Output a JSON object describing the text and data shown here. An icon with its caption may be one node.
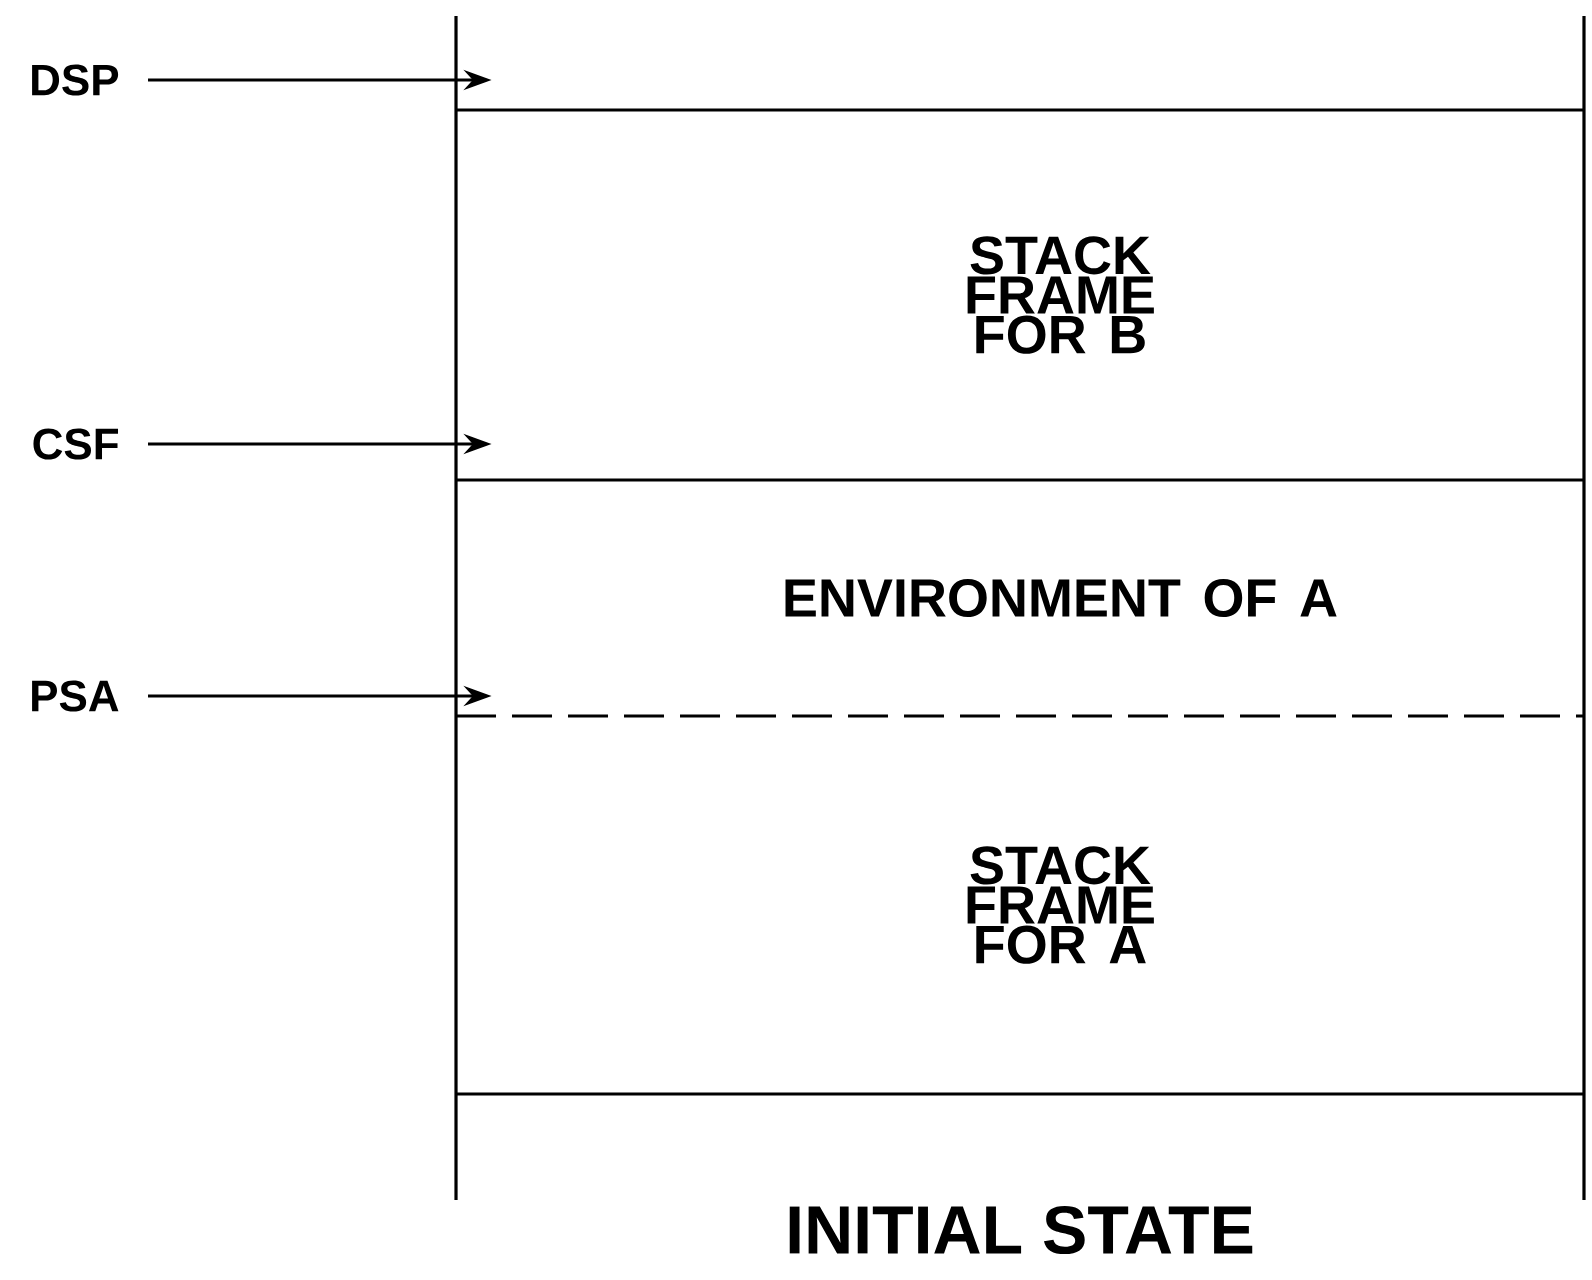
{
  "diagram": {
    "caption": "INITIAL STATE",
    "nodes": [
      {
        "text": [],
        "shape": "box"
      },
      {
        "text": [
          "STACK FRAME FOR B"
        ]
      },
      {
        "text": [
          "ENVIRONMENT OF A"
        ]
      },
      {
        "text": [
          "STACK FRAME FOR A"
        ]
      },
      {
        "text": [
          "DSP"
        ]
      },
      {
        "text": [
          "CSF"
        ]
      },
      {
        "text": [
          "PSA"
        ]
      }
    ],
    "edges": [
      {
        "from": 4,
        "to": 0,
        "arrow": "to"
      },
      {
        "from": 5,
        "to": 1,
        "arrow": "to"
      },
      {
        "from": 6,
        "to": 2,
        "arrow": "to"
      }
    ]
  }
}
